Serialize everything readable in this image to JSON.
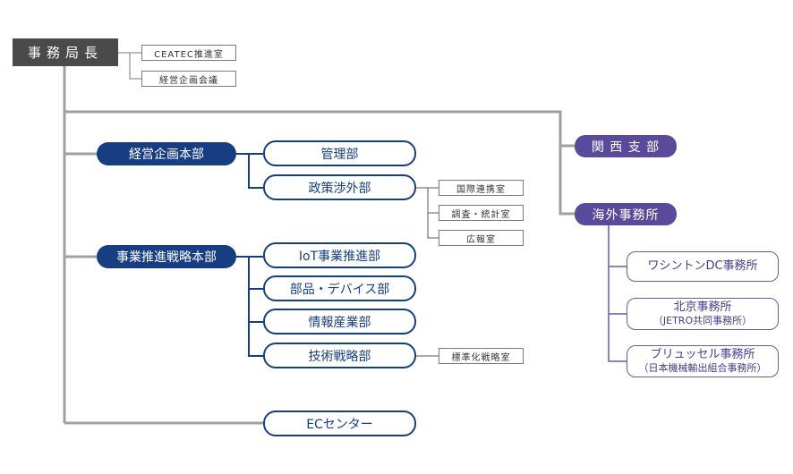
{
  "director": "事務局長",
  "director_staff": [
    "CEATEC推進室",
    "経営企画会議"
  ],
  "divisions": {
    "planning": {
      "label": "経営企画本部",
      "departments": [
        "管理部",
        "政策渉外部"
      ],
      "policy_offices": [
        "国際連携室",
        "調査・統計室",
        "広報室"
      ]
    },
    "strategy": {
      "label": "事業推進戦略本部",
      "departments": [
        "IoT事業推進部",
        "部品・デバイス部",
        "情報産業部",
        "技術戦略部"
      ],
      "tech_office": "標準化戦略室"
    },
    "ec_center": "ECセンター"
  },
  "regional": {
    "kansai": "関 西 支 部",
    "overseas": "海外事務所",
    "offices": [
      {
        "main": "ワシントンDC事務所",
        "sub": ""
      },
      {
        "main": "北京事務所",
        "sub": "（JETRO共同事務所）"
      },
      {
        "main": "ブリュッセル事務所",
        "sub": "（日本機械輸出組合事務所）"
      }
    ]
  },
  "colors": {
    "navy": "#173e83",
    "gray": "#a0a0a0",
    "purple": "#5a4a9c",
    "director_bg": "#4a4a4a"
  }
}
